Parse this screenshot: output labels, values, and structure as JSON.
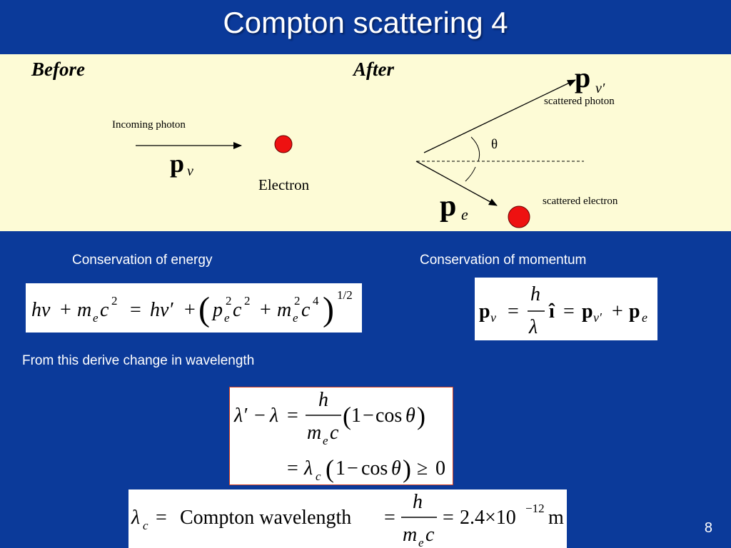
{
  "slide": {
    "title": "Compton scattering 4",
    "number": "8"
  },
  "diagram": {
    "before_label": "Before",
    "after_label": "After",
    "incoming_photon_label": "Incoming photon",
    "electron_label": "Electron",
    "scattered_photon_label": "scattered photon",
    "scattered_electron_label": "scattered electron",
    "theta_symbol": "θ",
    "p_symbol": "p",
    "nu_sub": "ν",
    "nu_prime_sub": "ν′",
    "e_sub": "e",
    "electron_color": "#ee1111",
    "background_color": "#fdfbd6"
  },
  "conservation": {
    "energy_label": "Conservation of energy",
    "momentum_label": "Conservation of momentum"
  },
  "derive_text": "From this derive change in wavelength",
  "equations": {
    "energy": {
      "h": "h",
      "nu": "ν",
      "plus": "+",
      "m": "m",
      "e": "e",
      "c": "c",
      "two": "2",
      "four": "4",
      "eq": "=",
      "nu_prime": "ν′",
      "p": "p",
      "lparen": "(",
      "rparen": ")",
      "exponent": "1/2"
    },
    "momentum": {
      "p": "p",
      "nu": "ν",
      "eq": "=",
      "h": "h",
      "lambda": "λ",
      "i_hat": "î",
      "nu_prime": "ν′",
      "plus": "+",
      "e": "e"
    },
    "wavelength": {
      "lambda_prime": "λ′",
      "minus": "−",
      "lambda": "λ",
      "eq": "=",
      "h": "h",
      "m": "m",
      "e": "e",
      "c": "c",
      "lparen": "(",
      "rparen": ")",
      "one": "1",
      "cos": "cos",
      "theta": "θ",
      "lambda_c_sub": "c",
      "geq": "≥",
      "zero": "0"
    },
    "compton": {
      "lambda": "λ",
      "c_sub": "c",
      "eq": "=",
      "name": "Compton wavelength",
      "h": "h",
      "m": "m",
      "e": "e",
      "c": "c",
      "value": "2.4×10",
      "exp": "−12",
      "unit": "m"
    }
  }
}
